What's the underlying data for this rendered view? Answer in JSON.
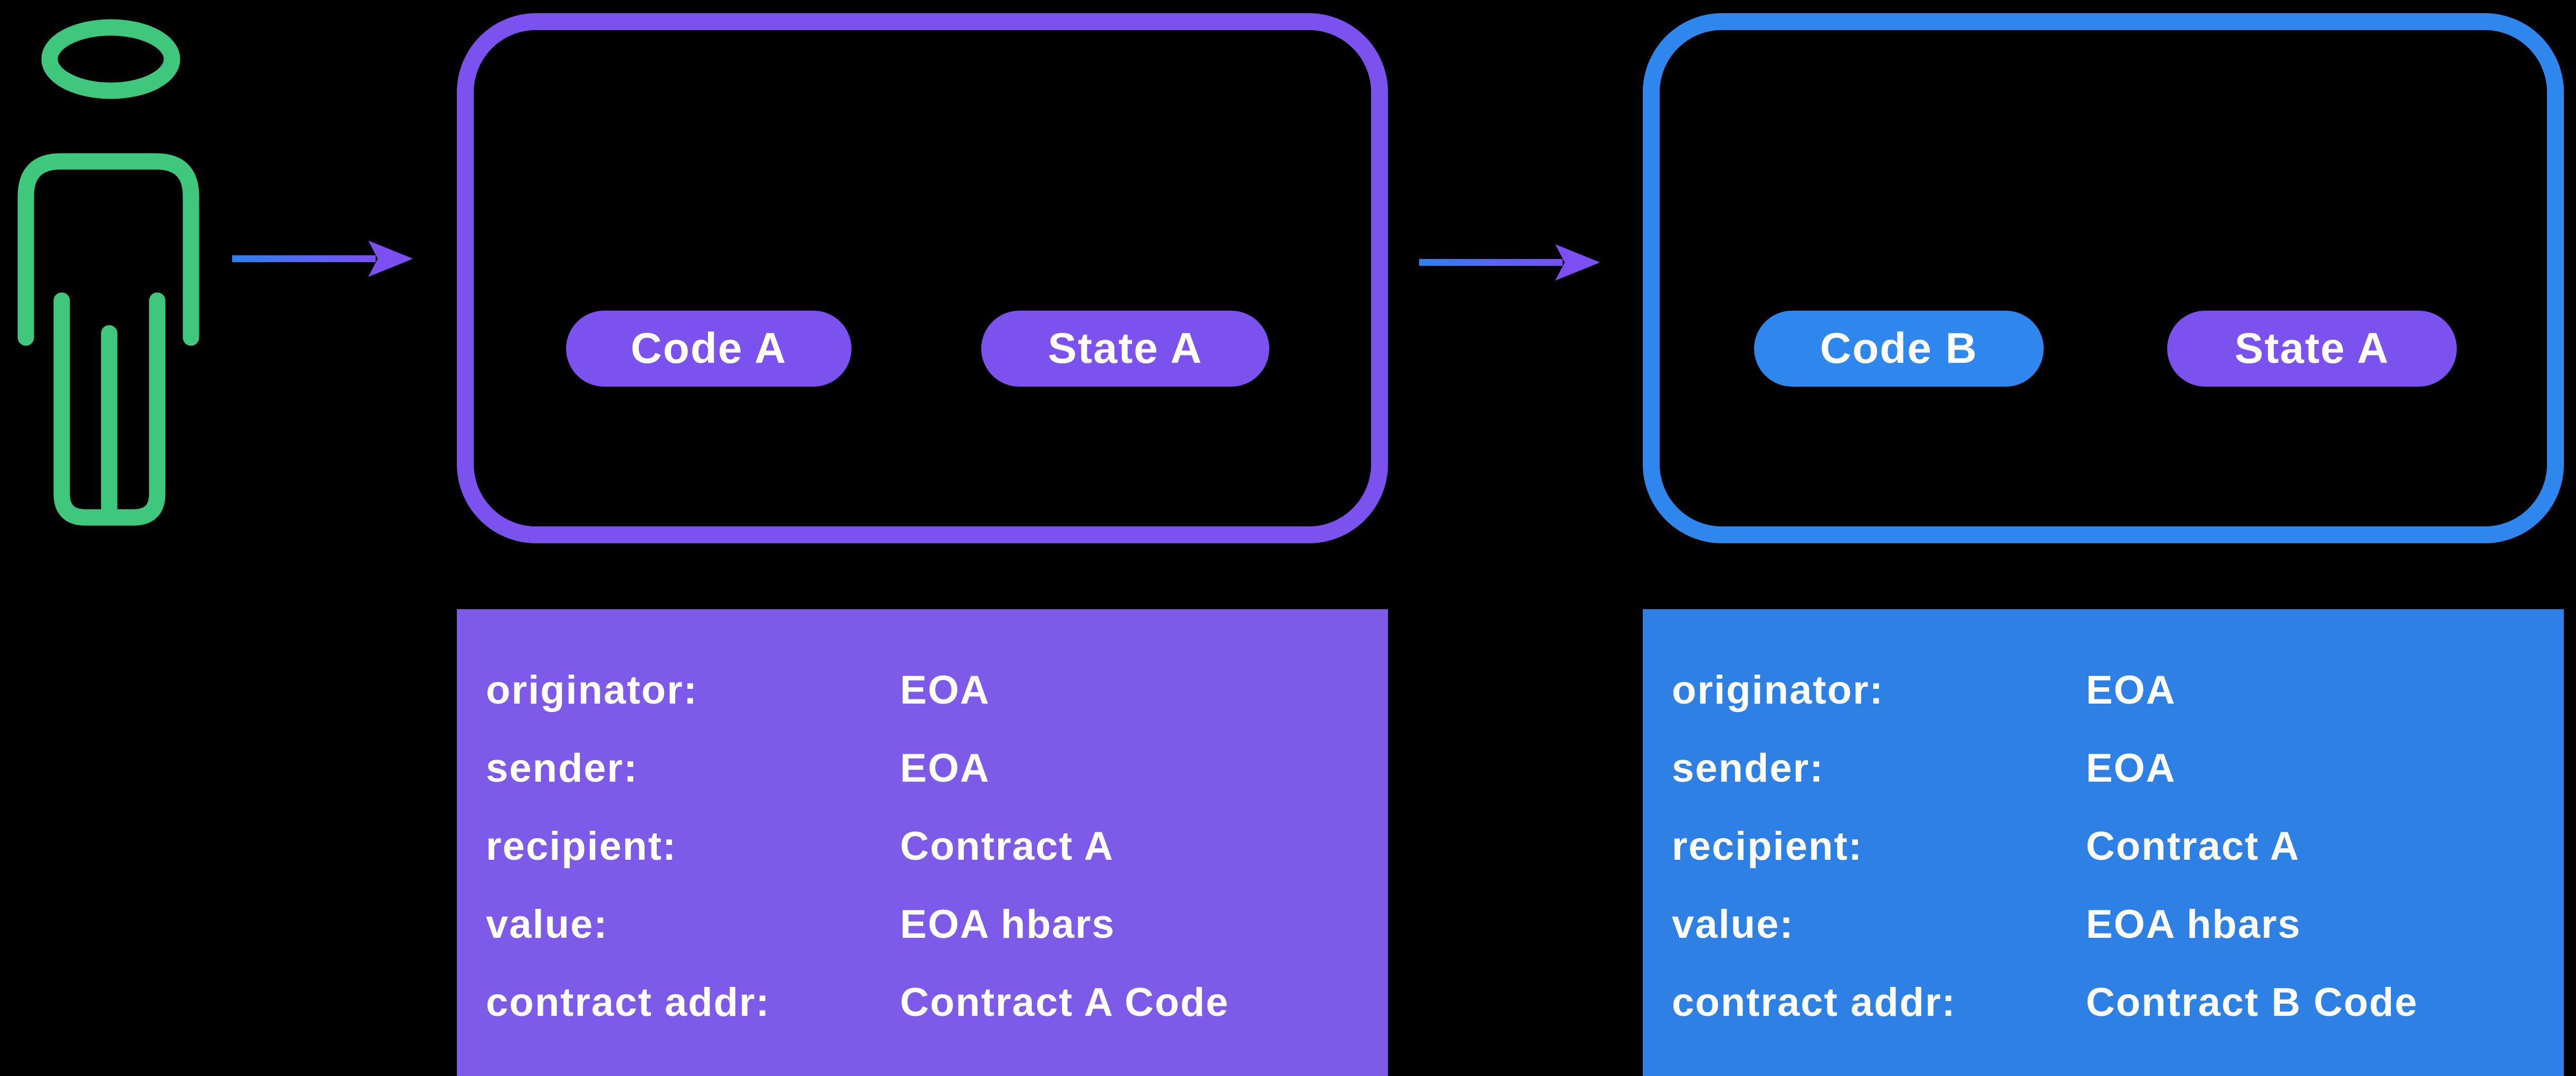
{
  "diagram": {
    "background_color": "#000000",
    "person": {
      "color": "#3FC87D"
    },
    "arrows": {
      "gradient_start": "#2F80ED",
      "gradient_end": "#7B4FF2"
    },
    "contract_a": {
      "border_color": "#7C52EE",
      "pills": [
        {
          "label": "Code A",
          "color": "#7C52EE"
        },
        {
          "label": "State A",
          "color": "#7C52EE"
        }
      ]
    },
    "contract_b": {
      "border_color": "#2F86ED",
      "pills": [
        {
          "label": "Code B",
          "color": "#2F86ED"
        },
        {
          "label": "State A",
          "color": "#7C52EE"
        }
      ]
    },
    "table_a": {
      "background": "#7D5AE8",
      "rows": [
        {
          "label": "originator:",
          "value": "EOA"
        },
        {
          "label": "sender:",
          "value": "EOA"
        },
        {
          "label": "recipient:",
          "value": "Contract A"
        },
        {
          "label": "value:",
          "value": "EOA hbars"
        },
        {
          "label": "contract addr:",
          "value": "Contract A Code"
        }
      ]
    },
    "table_b": {
      "background": "#2E80E4",
      "rows": [
        {
          "label": "originator:",
          "value": "EOA"
        },
        {
          "label": "sender:",
          "value": "EOA"
        },
        {
          "label": "recipient:",
          "value": "Contract A"
        },
        {
          "label": "value:",
          "value": "EOA hbars"
        },
        {
          "label": "contract addr:",
          "value": "Contract B Code"
        }
      ]
    }
  }
}
